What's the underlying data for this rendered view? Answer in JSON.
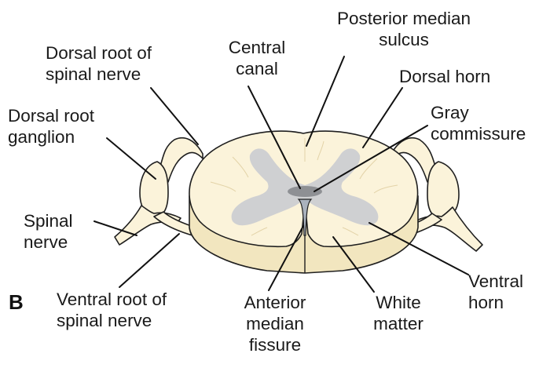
{
  "panel_label": "B",
  "labels": {
    "posterior_median_sulcus": [
      "Posterior median",
      "sulcus"
    ],
    "central_canal": [
      "Central",
      "canal"
    ],
    "dorsal_root_of_spinal_nerve": [
      "Dorsal root of",
      "spinal nerve"
    ],
    "dorsal_horn": [
      "Dorsal horn"
    ],
    "gray_commissure": [
      "Gray",
      "commissure"
    ],
    "dorsal_root_ganglion": [
      "Dorsal root",
      "ganglion"
    ],
    "spinal_nerve": [
      "Spinal",
      "nerve"
    ],
    "ventral_horn": [
      "Ventral",
      "horn"
    ],
    "ventral_root_of_spinal_nerve": [
      "Ventral root of",
      "spinal nerve"
    ],
    "anterior_median_fissure": [
      "Anterior",
      "median",
      "fissure"
    ],
    "white_matter": [
      "White",
      "matter"
    ]
  },
  "colors": {
    "white_matter": "#fbf3da",
    "side_wall": "#f2e6bf",
    "gray_matter": "#cfd0d2",
    "central_gray": "#8e9094",
    "fissure": "#aab2bd",
    "outline": "#1f1f1f",
    "leader_line": "#111111"
  }
}
